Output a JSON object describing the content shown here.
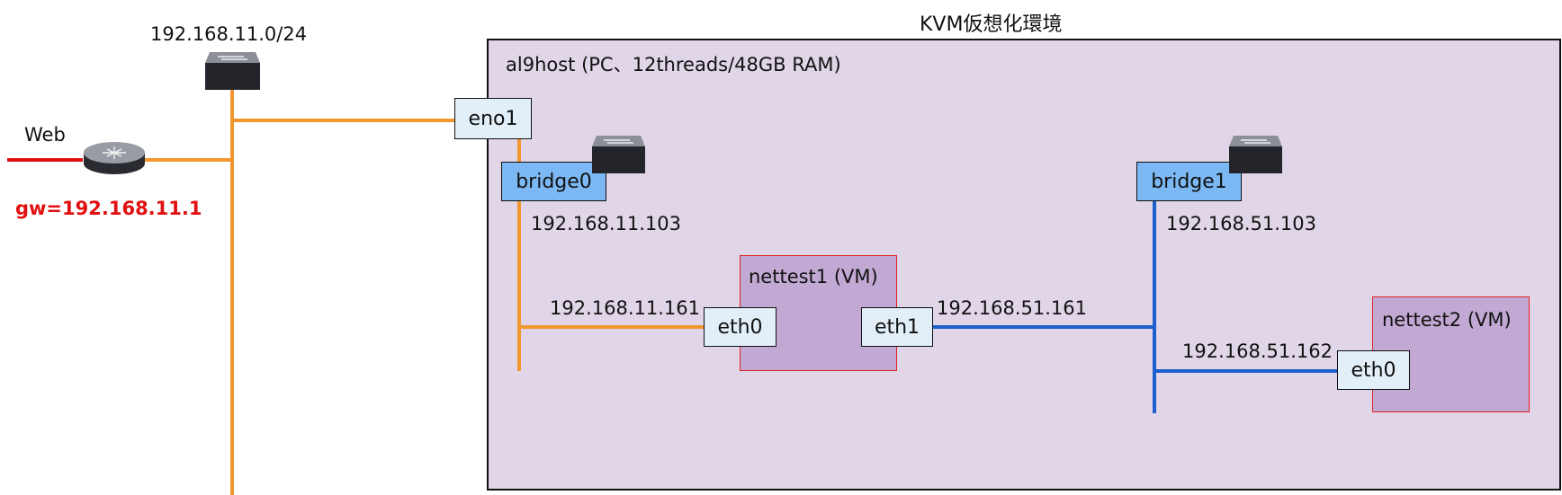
{
  "title": "KVM仮想化環境",
  "host": {
    "label": "al9host (PC、12threads/48GB RAM)"
  },
  "lan": {
    "subnet": "192.168.11.0/24"
  },
  "router": {
    "web_label": "Web",
    "gw_label": "gw=192.168.11.1"
  },
  "interfaces": {
    "eno1": "eno1",
    "bridge0": "bridge0",
    "bridge1": "bridge1"
  },
  "addresses": {
    "bridge0": "192.168.11.103",
    "bridge1": "192.168.51.103",
    "nettest1_eth0": "192.168.11.161",
    "nettest1_eth1": "192.168.51.161",
    "nettest2_eth0": "192.168.51.162"
  },
  "vms": {
    "nettest1": {
      "label": "nettest1 (VM)",
      "eth0": "eth0",
      "eth1": "eth1"
    },
    "nettest2": {
      "label": "nettest2 (VM)",
      "eth0": "eth0"
    }
  },
  "colors": {
    "orange_link": "#f2962e",
    "blue_link": "#1d5fcc",
    "red_link": "#e01010",
    "host_fill": "#e1d5e8",
    "vm_fill": "#c2a9d4",
    "bridge_fill": "#7cb9f4",
    "iface_fill": "#e2eff8"
  },
  "icons": {
    "switch": "network-switch-icon",
    "router": "router-icon"
  }
}
